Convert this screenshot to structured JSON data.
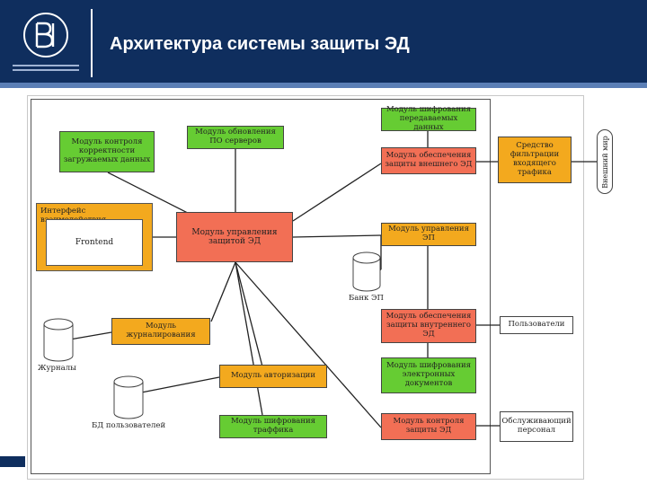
{
  "header": {
    "title": "Архитектура системы защиты ЭД",
    "logo_icon": "hse-logo-icon"
  },
  "colors": {
    "header_bg": "#0f2e5e",
    "module_green": "#66cc33",
    "module_red": "#f26f55",
    "module_orange": "#f3a91e"
  },
  "diagram": {
    "modules": {
      "correctness_control": "Модуль контроля корректности загружаемых данных",
      "server_update": "Модуль обновления ПО серверов",
      "transmitted_encryption": "Модуль шифрования передаваемых данных",
      "external_protection": "Модуль обеспечения защиты внешнего ЭД",
      "filtering_tool": "Средство фильтрации входящего трафика",
      "management": "Модуль управления защитой ЭД",
      "ep_management": "Модуль управления ЭП",
      "logging": "Модуль журналирования",
      "internal_protection": "Модуль обеспечения защиты внутреннего ЭД",
      "authorization": "Модуль авторизации",
      "doc_encryption": "Модуль шифрования электронных документов",
      "traffic_encryption": "Модуль шифрования траффика",
      "integrity_control": "Модуль контроля защиты ЭД"
    },
    "interface": {
      "title": "Интерфейс взаимодействия",
      "frontend": "Frontend"
    },
    "databases": {
      "ep_bank": "Банк ЭП",
      "journals": "Журналы",
      "users_db": "БД пользователей"
    },
    "actors": {
      "external_world": "Внешний мир",
      "users": "Пользователи",
      "service_staff": "Обслуживающий персонал"
    }
  }
}
